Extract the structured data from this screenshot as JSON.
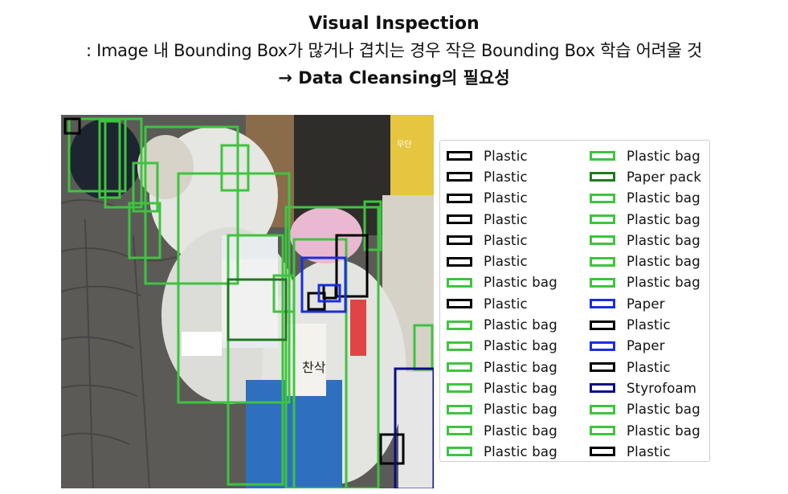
{
  "header": {
    "title": "Visual Inspection",
    "subtitle": ": Image 내 Bounding Box가 많거나 겹치는 경우 작은 Bounding Box 학습 어려울 것",
    "conclusion": "→ Data Cleansing의 필요성"
  },
  "colors": {
    "Plastic": "#000000",
    "Plastic bag": "#3ec43e",
    "Paper pack": "#1f7a1f",
    "Paper": "#1a2ee0",
    "Styrofoam": "#0a0f86"
  },
  "photo": {
    "description_icon": "trash-pile-photo",
    "visible_text": [
      "무단",
      "찬삭"
    ]
  },
  "legend": {
    "column1": [
      {
        "label": "Plastic"
      },
      {
        "label": "Plastic"
      },
      {
        "label": "Plastic"
      },
      {
        "label": "Plastic"
      },
      {
        "label": "Plastic"
      },
      {
        "label": "Plastic"
      },
      {
        "label": "Plastic bag"
      },
      {
        "label": "Plastic"
      },
      {
        "label": "Plastic bag"
      },
      {
        "label": "Plastic bag"
      },
      {
        "label": "Plastic bag"
      },
      {
        "label": "Plastic bag"
      },
      {
        "label": "Plastic bag"
      },
      {
        "label": "Plastic bag"
      },
      {
        "label": "Plastic bag"
      }
    ],
    "column2": [
      {
        "label": "Plastic bag"
      },
      {
        "label": "Paper pack"
      },
      {
        "label": "Plastic bag"
      },
      {
        "label": "Plastic bag"
      },
      {
        "label": "Plastic bag"
      },
      {
        "label": "Plastic bag"
      },
      {
        "label": "Plastic bag"
      },
      {
        "label": "Paper"
      },
      {
        "label": "Plastic"
      },
      {
        "label": "Paper"
      },
      {
        "label": "Plastic"
      },
      {
        "label": "Styrofoam"
      },
      {
        "label": "Plastic bag"
      },
      {
        "label": "Plastic bag"
      },
      {
        "label": "Plastic"
      }
    ]
  }
}
